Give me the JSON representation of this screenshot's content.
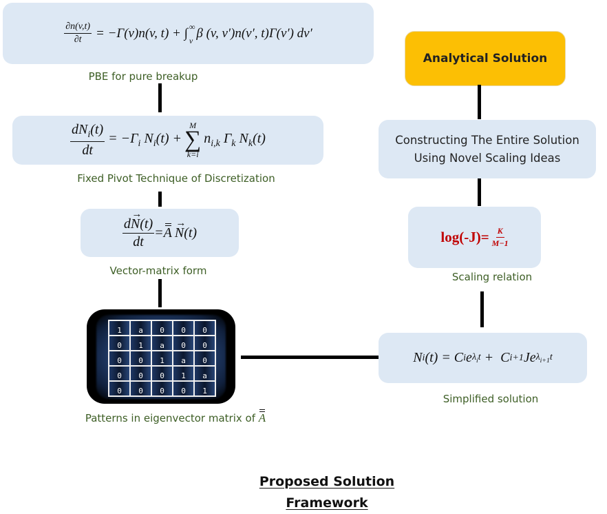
{
  "diagram": {
    "title_line1": "Proposed Solution",
    "title_line2": "Framework",
    "left_column": {
      "pbe": {
        "lhs_num": "∂n(v,t)",
        "lhs_den": "∂t",
        "rhs": "= −Γ(v)n(v, t) + ∫",
        "int_lower": "v",
        "int_upper": "∞",
        "rhs_tail": " β (v, v′)n(v′, t)Γ(v′) dv′",
        "caption": "PBE for pure breakup"
      },
      "fixed_pivot": {
        "lhs_num": "dN",
        "lhs_num_sub": "i",
        "lhs_num_tail": "(t)",
        "lhs_den": "dt",
        "rhs_a": "= −Γ",
        "rhs_a_sub": "i",
        "rhs_b": " N",
        "rhs_b_sub": "i",
        "rhs_c": "(t) + ",
        "sum_upper": "M",
        "sum_lower": "k=i",
        "rhs_d": "n",
        "rhs_d_sub": "i,k",
        "rhs_e": " Γ",
        "rhs_e_sub": "k",
        "rhs_f": " N",
        "rhs_f_sub": "k",
        "rhs_g": "(t)",
        "caption": "Fixed Pivot Technique of Discretization"
      },
      "vector_matrix": {
        "num_d": "d",
        "num_N": "N",
        "num_t": "(t)",
        "den": "dt",
        "eq": " = ",
        "A": "A",
        "N": "N",
        "t": "(t)",
        "caption": "Vector-matrix form"
      },
      "eigen_matrix": {
        "rows": [
          [
            "1",
            "a",
            "0",
            "0",
            "0"
          ],
          [
            "0",
            "1",
            "a",
            "0",
            "0"
          ],
          [
            "0",
            "0",
            "1",
            "a",
            "0"
          ],
          [
            "0",
            "0",
            "0",
            "1",
            "a"
          ],
          [
            "0",
            "0",
            "0",
            "0",
            "1"
          ]
        ],
        "caption_text": "Patterns in eigenvector matrix of ",
        "caption_symbol": "A"
      }
    },
    "right_column": {
      "analytical_label": "Analytical Solution",
      "constructing_text": "Constructing The Entire Solution Using  Novel Scaling Ideas",
      "scaling": {
        "lhs": "log(-J)=",
        "num": "K",
        "den": "M−1",
        "caption": "Scaling relation"
      },
      "simplified": {
        "a": "N",
        "a_sub": "i",
        "b": "(t) = C",
        "b_sub": "i",
        "c": "e",
        "c_sup": "λ",
        "c_sup_sub": "i",
        "c_sup_tail": "t",
        "d": " +  C",
        "d_sub": "i+1",
        "e": "Je",
        "e_sup": "λ",
        "e_sup_sub": "i+1",
        "e_sup_tail": "t",
        "caption": "Simplified solution"
      }
    },
    "colors": {
      "box_fill": "#dde8f4",
      "analytical_fill": "#fcbf04",
      "caption_green": "#3d5e25",
      "scaling_red": "#c00000"
    }
  }
}
